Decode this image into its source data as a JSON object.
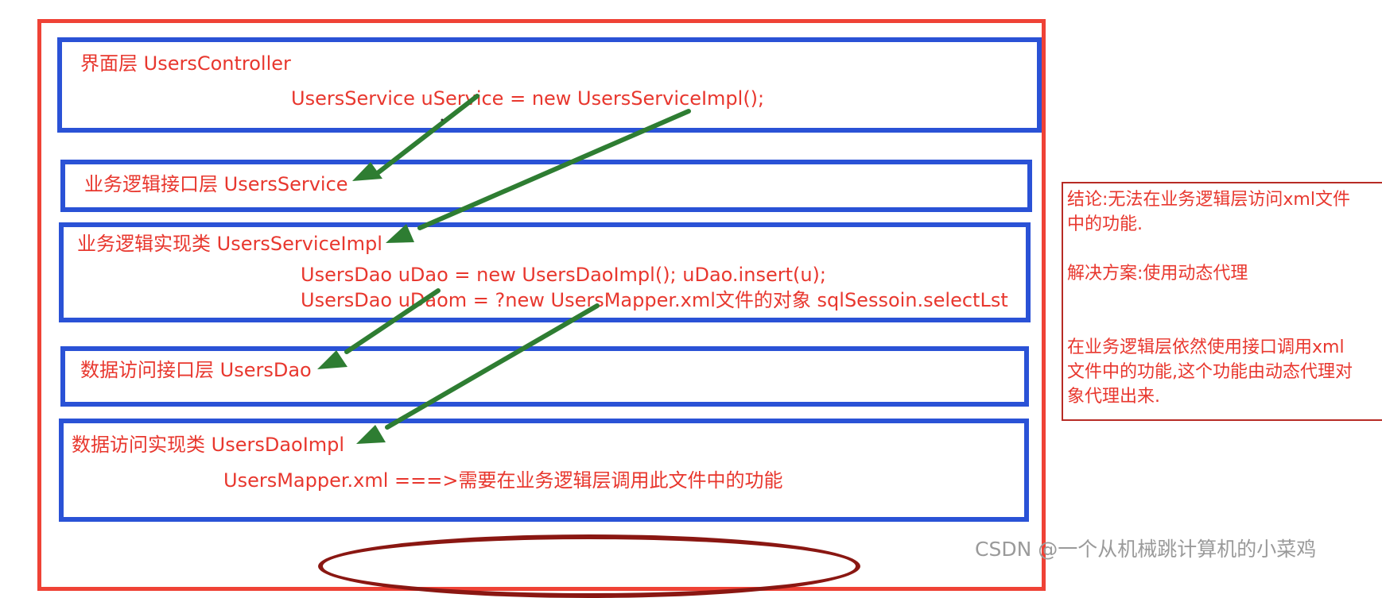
{
  "layers": {
    "controller": {
      "title": "界面层 UsersController",
      "code": "UsersService   uService = new  UsersServiceImpl();"
    },
    "service_interface": {
      "title": "业务逻辑接口层   UsersService"
    },
    "service_impl": {
      "title": "业务逻辑实现类   UsersServiceImpl",
      "code_line_1": "UsersDao   uDao =  new UsersDaoImpl();  uDao.insert(u);",
      "code_line_2": "UsersDao   uDaom = ?new UsersMapper.xml文件的对象   sqlSessoin.selectLst"
    },
    "dao_interface": {
      "title": "数据访问接口层  UsersDao"
    },
    "dao_impl": {
      "title": "数据访问实现类   UsersDaoImpl",
      "code": "UsersMapper.xml   ===>需要在业务逻辑层调用此文件中的功能"
    }
  },
  "note": {
    "conclusion_line_1": "结论:无法在业务逻辑层访问xml文件",
    "conclusion_line_2": "中的功能.",
    "solution": "解决方案:使用动态代理",
    "detail_line_1": "在业务逻辑层依然使用接口调用xml",
    "detail_line_2": "文件中的功能,这个功能由动态代理对",
    "detail_line_3": "象代理出来."
  },
  "watermark": "CSDN @一个从机械跳计算机的小菜鸡",
  "colors": {
    "outer_frame": "#ef4236",
    "layer_border": "#2a52d6",
    "text": "#e8372e",
    "arrow": "#2e7d32",
    "note_border": "#b72b25",
    "ellipse": "#8a1712"
  }
}
